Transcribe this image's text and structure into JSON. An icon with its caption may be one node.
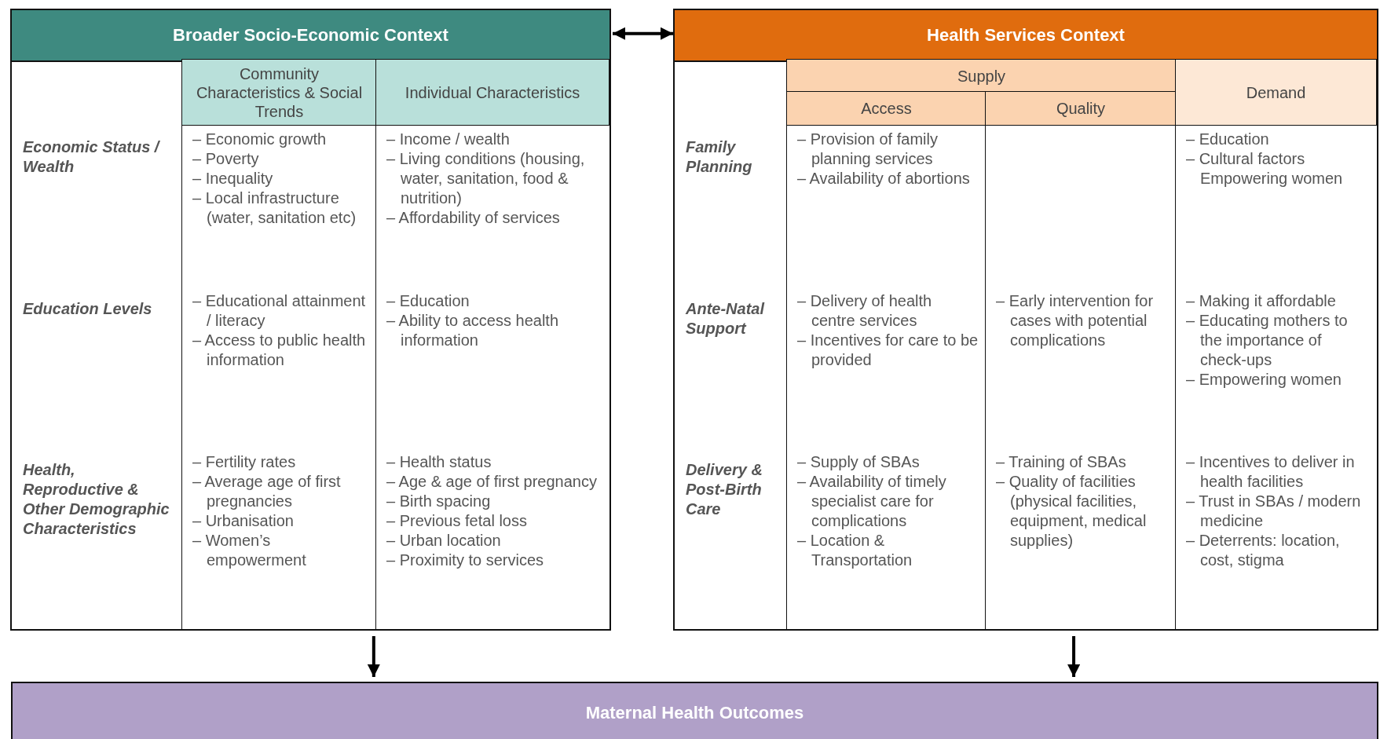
{
  "diagram": {
    "nodes": [
      {
        "text": [
          "Broader Socio-Economic Context"
        ]
      },
      {
        "text": [
          "Community Characteristics & Social Trends"
        ],
        "in": 0
      },
      {
        "text": [
          "Individual Characteristics"
        ],
        "in": 0
      },
      {
        "text": [
          "Health Services Context"
        ]
      },
      {
        "text": [
          "Supply"
        ],
        "in": 3
      },
      {
        "text": [
          "Access"
        ],
        "in": 3
      },
      {
        "text": [
          "Quality"
        ],
        "in": 3
      },
      {
        "text": [
          "Demand"
        ],
        "in": 3
      },
      {
        "text": [
          "Maternal Health Outcomes"
        ]
      }
    ],
    "edges": [
      {
        "from": 0,
        "to": 3,
        "arrow": "both"
      },
      {
        "from": 0,
        "to": 8,
        "arrow": "to"
      },
      {
        "from": 3,
        "to": 8,
        "arrow": "to"
      }
    ],
    "labels": [
      "Economic Status / Wealth",
      "– Economic growth",
      "– Poverty",
      "– Inequality",
      "– Local infrastructure (water, sanitation etc)",
      "– Income / wealth",
      "– Living conditions (housing, water, sanitation, food & nutrition)",
      "– Affordability of services",
      "Education Levels",
      "– Educational attainment / literacy",
      "– Access to public health information",
      "– Education",
      "– Ability to access health information",
      "Health, Reproductive & Other Demographic Characteristics",
      "– Fertility rates",
      "– Average age of first pregnancies",
      "– Urbanisation",
      "– Women’s empowerment",
      "– Health status",
      "– Age & age of first pregnancy",
      "– Birth spacing",
      "– Previous fetal loss",
      "– Urban location",
      "– Proximity to services",
      "Family Planning",
      "– Provision of family planning services",
      "– Availability of abortions",
      "– Education",
      "– Cultural factors",
      "Empowering women",
      "Ante-Natal Support",
      "– Delivery of health centre services",
      "– Incentives for care to be provided",
      "– Early intervention for cases with potential complications",
      "– Making it affordable",
      "– Educating mothers to the importance of check-ups",
      "– Empowering women",
      "Delivery & Post-Birth Care",
      "– Supply of SBAs",
      "– Availability of timely specialist care for complications",
      "– Location & Transportation",
      "– Training of SBAs",
      "– Quality of facilities (physical facilities, equipment, medical supplies)",
      "– Incentives to deliver in health facilities",
      "– Trust in SBAs / modern medicine",
      "– Deterrents: location, cost, stigma"
    ]
  }
}
